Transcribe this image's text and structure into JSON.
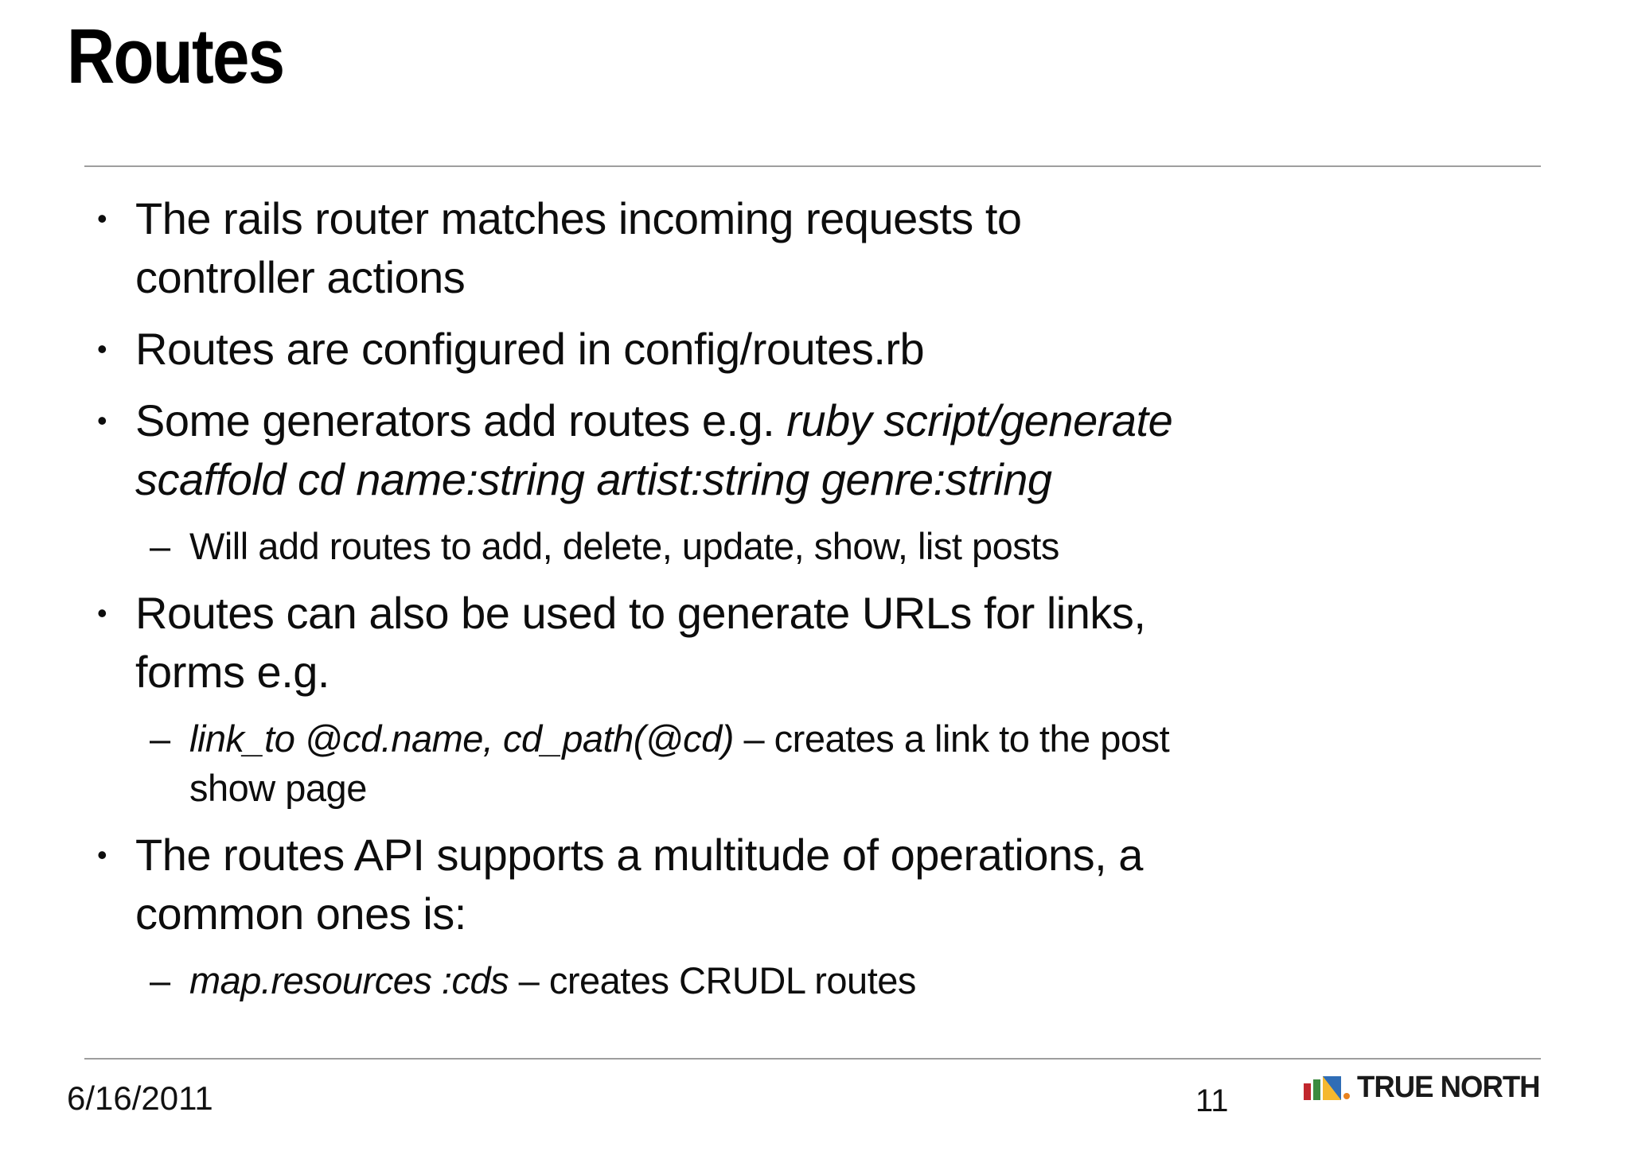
{
  "slide": {
    "title": "Routes",
    "markers": {
      "level1": "•",
      "level2": "–"
    },
    "bullets": [
      {
        "level": 1,
        "lines": [
          [
            {
              "t": "The rails router matches incoming requests to"
            }
          ],
          [
            {
              "t": "controller actions"
            }
          ]
        ]
      },
      {
        "level": 1,
        "lines": [
          [
            {
              "t": "Routes are configured in config/routes.rb"
            }
          ]
        ]
      },
      {
        "level": 1,
        "lines": [
          [
            {
              "t": "Some generators add routes e.g. "
            },
            {
              "t": "ruby script/generate",
              "i": true
            }
          ],
          [
            {
              "t": "scaffold cd name:string artist:string genre:string",
              "i": true
            }
          ]
        ]
      },
      {
        "level": 2,
        "lines": [
          [
            {
              "t": "Will add routes to add, delete, update, show, list posts"
            }
          ]
        ]
      },
      {
        "level": 1,
        "lines": [
          [
            {
              "t": "Routes can also be used to generate URLs for links,"
            }
          ],
          [
            {
              "t": "forms e.g."
            }
          ]
        ]
      },
      {
        "level": 2,
        "lines": [
          [
            {
              "t": "link_to @cd.name, cd_path(@cd)",
              "i": true
            },
            {
              "t": " – creates a link to the post"
            }
          ],
          [
            {
              "t": "show page"
            }
          ]
        ]
      },
      {
        "level": 1,
        "lines": [
          [
            {
              "t": "The routes API supports a multitude of operations, a"
            }
          ],
          [
            {
              "t": "common ones is:"
            }
          ]
        ]
      },
      {
        "level": 2,
        "lines": [
          [
            {
              "t": "map.resources :cds",
              "i": true
            },
            {
              "t": " – creates CRUDL routes"
            }
          ]
        ]
      }
    ]
  },
  "footer": {
    "date": "6/16/2011",
    "page_number": "11",
    "logo_text": "TRUE NORTH",
    "logo_colors": {
      "red": "#c1272d",
      "green": "#3d8b40",
      "blue": "#2f6db6",
      "yellow": "#f5b82e",
      "orange": "#e8821e"
    }
  }
}
